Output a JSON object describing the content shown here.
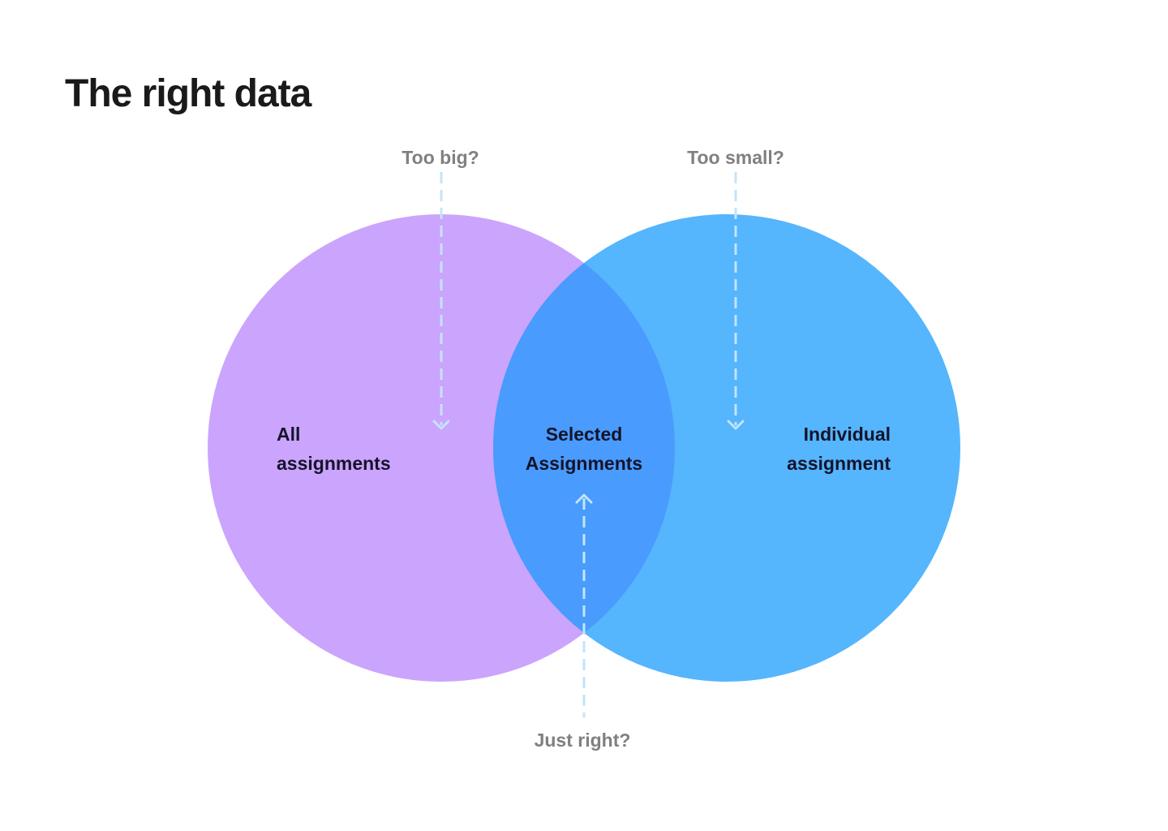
{
  "title": "The right data",
  "colors": {
    "left_circle": "#cba4fd",
    "right_circle": "#55b5fd",
    "overlap": "#499bfd",
    "pointer": "#c3e4fb",
    "question_text": "#808080",
    "label_text": "#14142b"
  },
  "venn": {
    "left": {
      "line1": "All",
      "line2": "assignments"
    },
    "overlap": {
      "line1": "Selected",
      "line2": "Assignments"
    },
    "right": {
      "line1": "Individual",
      "line2": "assignment"
    }
  },
  "questions": {
    "too_big": "Too big?",
    "too_small": "Too small?",
    "just_right": "Just right?"
  }
}
